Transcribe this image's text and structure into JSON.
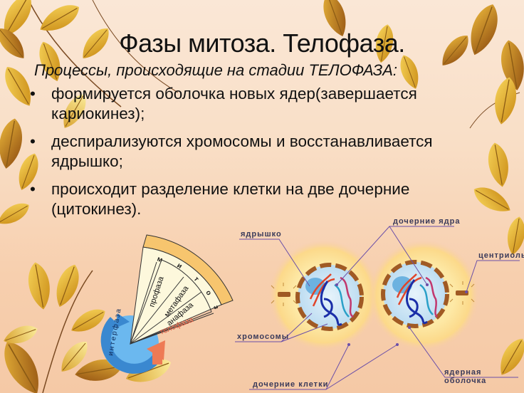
{
  "slide": {
    "title": "Фазы митоза. Телофаза.",
    "subtitle": "Процессы, происходящие на стадии ТЕЛОФАЗА:",
    "bullets": [
      {
        "text": "формируется оболочка новых ядер(завершается кариокинез);"
      },
      {
        "text": " деспирализуются хромосомы и восстанавливается ядрышко;"
      },
      {
        "text": "происходит разделение клетки на две дочерние (цитокинез)."
      }
    ]
  },
  "phase_wheel": {
    "outer_label": "митоз",
    "outer_letters": [
      "м",
      "и",
      "т",
      "о",
      "з"
    ],
    "sectors": [
      "профаза",
      "метафаза",
      "анафаза",
      "телофаза"
    ],
    "active_sector": "телофаза",
    "interphase_label": "интерфаза",
    "colors": {
      "outer_band": "#f7c56e",
      "sector_fill": "#fdf8dc",
      "active_text": "#e0553a",
      "interphase": "#3d8fd6",
      "arrow": "#ee7a55"
    }
  },
  "cell_diagram": {
    "labels": {
      "nucleolus": "ядрышко",
      "daughter_nuclei": "дочерние ядра",
      "centriole": "центриоль",
      "chromosomes": "хромосомы",
      "daughter_cells": "дочерние клетки",
      "nuclear_envelope": "ядерная оболочка"
    },
    "colors": {
      "leader_line": "#6b4fa8",
      "cytoplasm": "#fde7a0",
      "nucleus": "#cfe6f5",
      "envelope": "#a05a24"
    }
  }
}
